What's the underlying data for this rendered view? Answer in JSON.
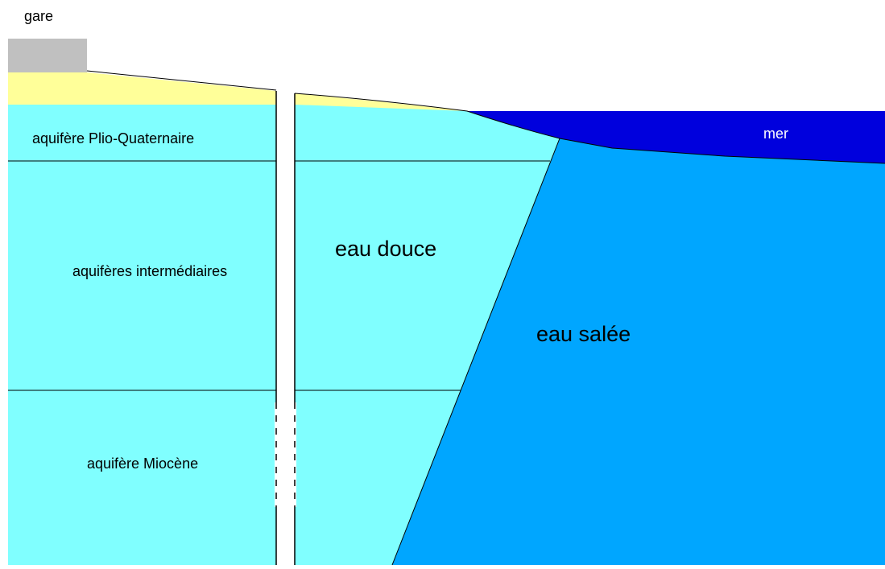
{
  "labels": {
    "station": "gare",
    "sea": "mer",
    "aquifer_plio_quaternary": "aquifère  Plio-Quaternaire",
    "aquifer_intermediate": "aquifères intermédiaires",
    "aquifer_miocene": "aquifère  Miocène",
    "fresh_water": "eau douce",
    "salt_water": "eau salée"
  },
  "colors": {
    "background": "#ffffff",
    "fresh_water": "#80ffff",
    "salt_water": "#00a6ff",
    "sea": "#0000dd",
    "sand": "#ffff99",
    "station": "#c0c0c0",
    "lines": "#000000"
  }
}
